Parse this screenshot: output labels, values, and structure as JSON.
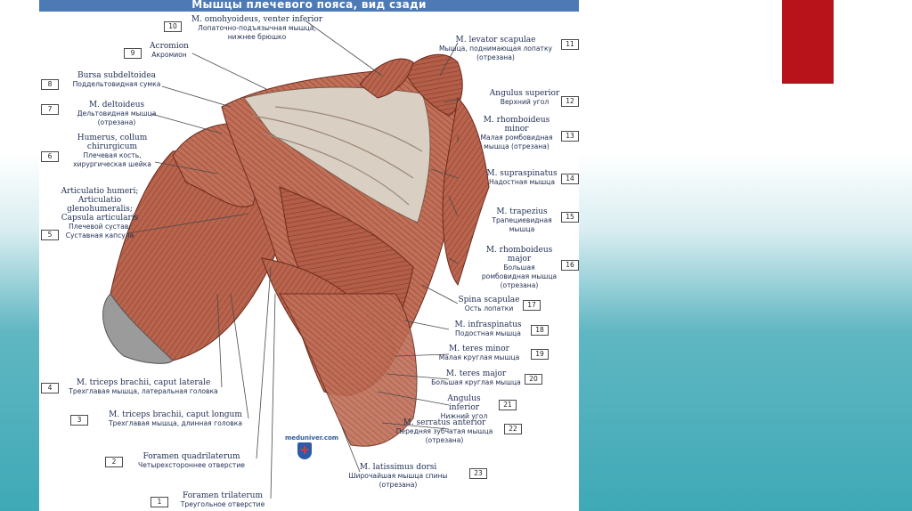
{
  "title": "Мышцы плечевого пояса, вид сзади",
  "watermark": "meduniver.com",
  "colors": {
    "accent_red": "#b8121a",
    "title_bar": "#4d79b5",
    "muscle": "#b8644e"
  },
  "labels": [
    {
      "num": "1",
      "lat": "Foramen trilaterum",
      "rus": "Треугольное отверстие"
    },
    {
      "num": "2",
      "lat": "Foramen quadrilaterum",
      "rus": "Четырехстороннее отверстие"
    },
    {
      "num": "3",
      "lat": "M. triceps brachii, caput longum",
      "rus": "Трехглавая мышца, длинная головка"
    },
    {
      "num": "4",
      "lat": "M. triceps brachii, caput laterale",
      "rus": "Трехглавая мышца, латеральная головка"
    },
    {
      "num": "5",
      "lat": "Articulatio humeri; Articulatio glenohumeralis; Capsula articularis",
      "rus": "Плечевой сустав; Суставная капсула"
    },
    {
      "num": "6",
      "lat": "Humerus, collum chirurgicum",
      "rus": "Плечевая кость, хирургическая шейка"
    },
    {
      "num": "7",
      "lat": "M. deltoideus",
      "rus": "Дельтовидная мышца (отрезана)"
    },
    {
      "num": "8",
      "lat": "Bursa subdeltoidea",
      "rus": "Поддельтовидная сумка"
    },
    {
      "num": "9",
      "lat": "Acromion",
      "rus": "Акромион"
    },
    {
      "num": "10",
      "lat": "M. omohyoideus, venter inferior",
      "rus": "Лопаточно-подъязычная мышца, нижнее брюшко"
    },
    {
      "num": "11",
      "lat": "M. levator scapulae",
      "rus": "Мышца, поднимающая лопатку (отрезана)"
    },
    {
      "num": "12",
      "lat": "Angulus superior",
      "rus": "Верхний угол"
    },
    {
      "num": "13",
      "lat": "M. rhomboideus minor",
      "rus": "Малая ромбовидная мышца (отрезана)"
    },
    {
      "num": "14",
      "lat": "M. supraspinatus",
      "rus": "Надостная мышца"
    },
    {
      "num": "15",
      "lat": "M. trapezius",
      "rus": "Трапециевидная мышца"
    },
    {
      "num": "16",
      "lat": "M. rhomboideus major",
      "rus": "Большая ромбовидная мышца (отрезана)"
    },
    {
      "num": "17",
      "lat": "Spina scapulae",
      "rus": "Ость лопатки"
    },
    {
      "num": "18",
      "lat": "M. infraspinatus",
      "rus": "Подостная мышца"
    },
    {
      "num": "19",
      "lat": "M. teres minor",
      "rus": "Малая круглая мышца"
    },
    {
      "num": "20",
      "lat": "M. teres major",
      "rus": "Большая круглая мышца"
    },
    {
      "num": "21",
      "lat": "Angulus inferior",
      "rus": "Нижний угол"
    },
    {
      "num": "22",
      "lat": "M. serratus anterior",
      "rus": "Передняя зубчатая мышца (отрезана)"
    },
    {
      "num": "23",
      "lat": "M. latissimus dorsi",
      "rus": "Широчайшая мышца спины (отрезана)"
    }
  ]
}
